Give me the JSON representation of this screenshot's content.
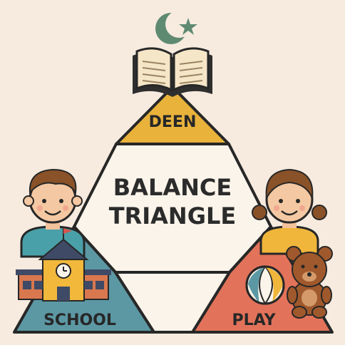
{
  "diagram": {
    "title_line1": "BALANCE",
    "title_line2": "TRIANGLE",
    "sections": {
      "top": {
        "label": "DEEN",
        "color": "#e8b23b",
        "icons": [
          "crescent-star-icon",
          "open-book-icon"
        ]
      },
      "left": {
        "label": "SCHOOL",
        "color": "#5c98a4",
        "icons": [
          "boy-icon",
          "school-building-icon"
        ]
      },
      "right": {
        "label": "PLAY",
        "color": "#e2735a",
        "icons": [
          "girl-icon",
          "beach-ball-icon",
          "teddy-bear-icon"
        ]
      }
    },
    "colors": {
      "background": "#f7ebdf",
      "center": "#fbf4ea",
      "outline": "#272727",
      "crescent": "#5f8a72"
    }
  }
}
